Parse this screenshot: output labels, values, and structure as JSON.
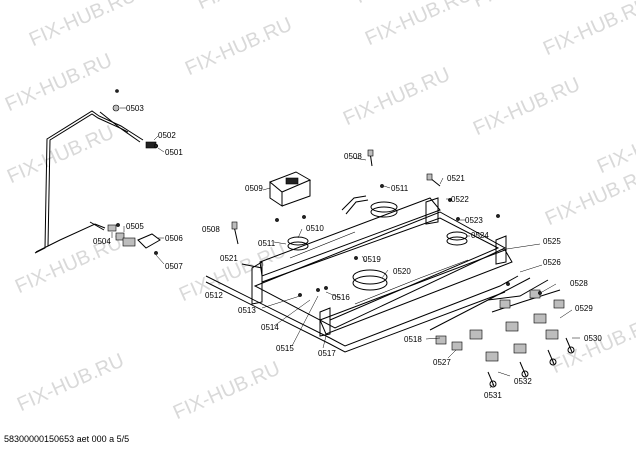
{
  "watermark": {
    "text": "FIX-HUB.RU",
    "count": 18
  },
  "parts": [
    "0503",
    "0502",
    "0501",
    "0505",
    "0504",
    "0506",
    "0507",
    "0508",
    "0509",
    "0511",
    "0510",
    "0521",
    "0512",
    "0513",
    "0514",
    "0515",
    "0516",
    "0517",
    "0519",
    "0520",
    "0508",
    "0511",
    "0521",
    "0522",
    "0523",
    "0524",
    "0525",
    "0526",
    "0528",
    "0529",
    "0530",
    "0518",
    "0527",
    "0532",
    "0531"
  ],
  "footer": {
    "text": "58300000150653 aet 000 a 5/5"
  }
}
